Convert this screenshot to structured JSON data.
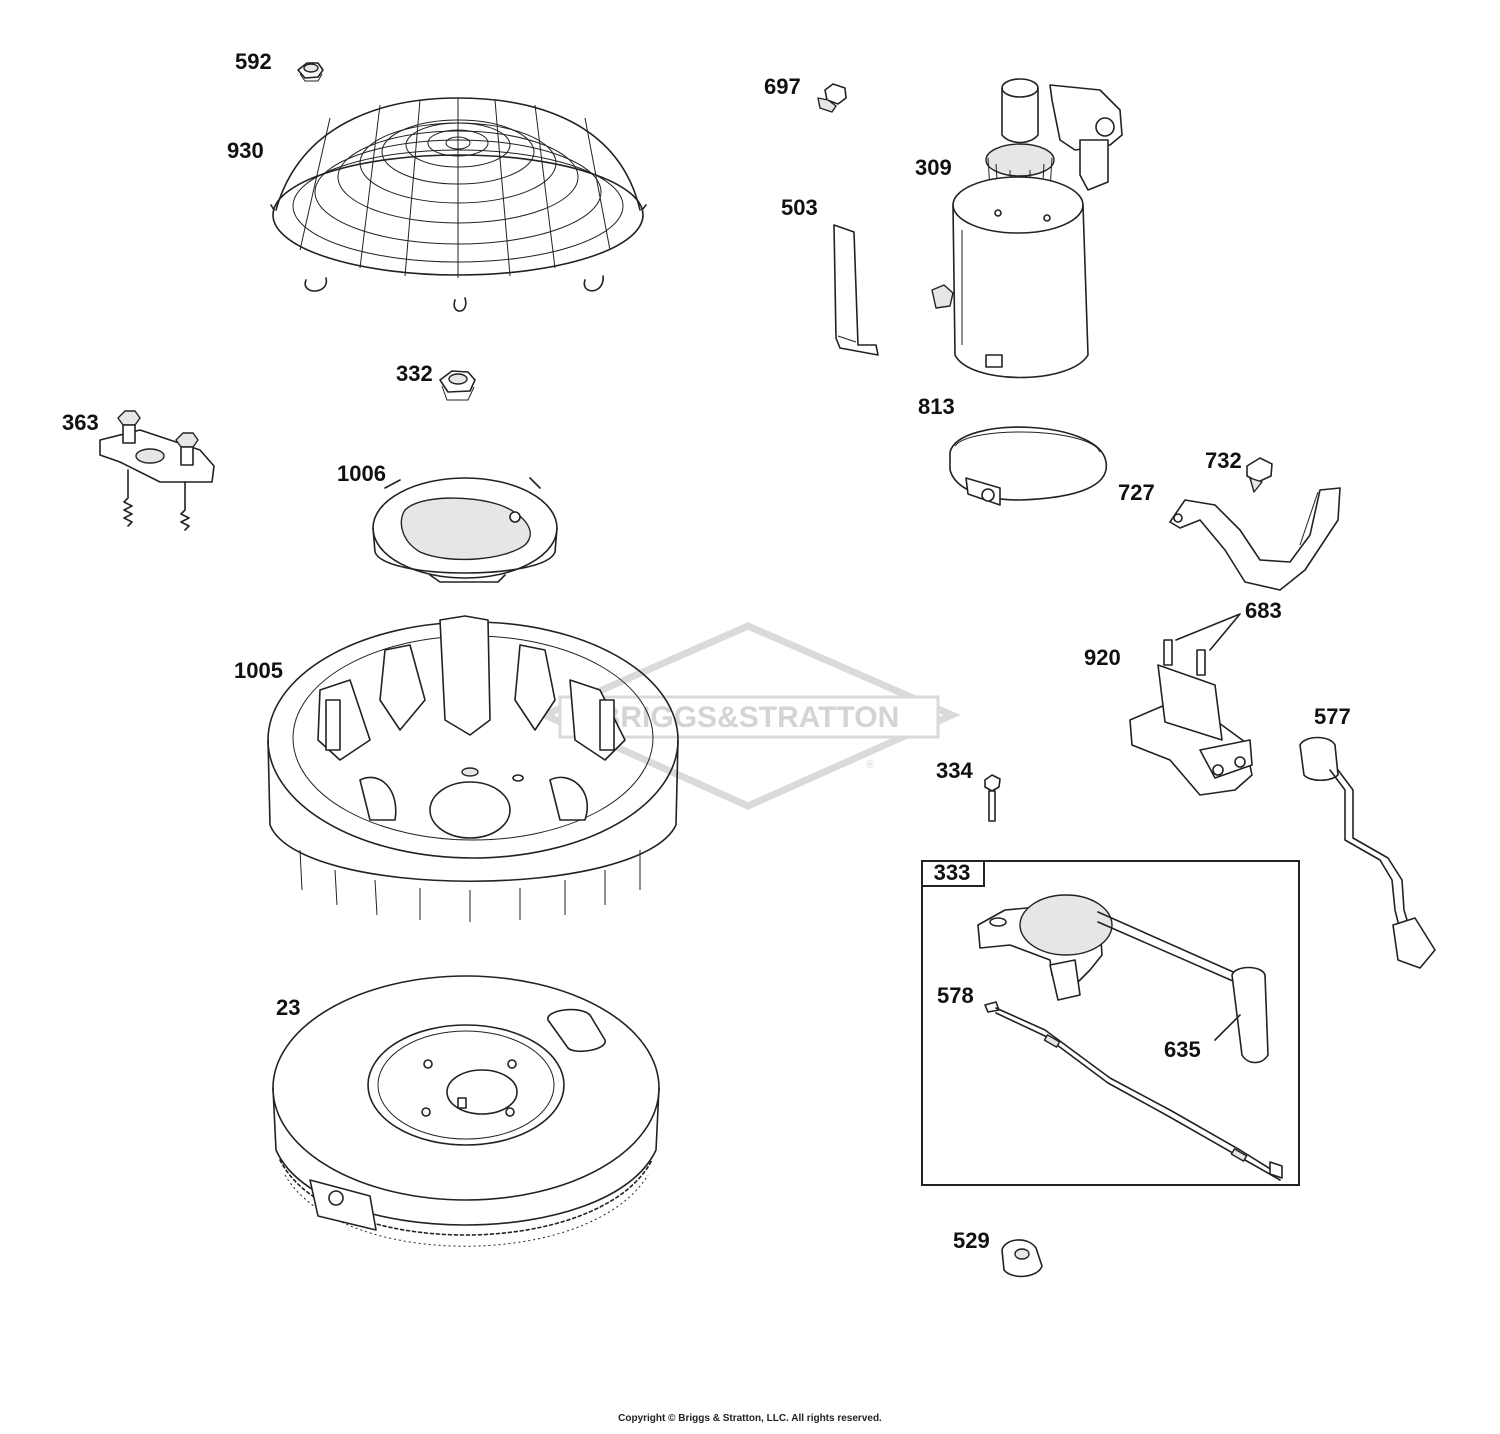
{
  "watermark": {
    "text": "BRIGGS&STRATTON",
    "registered_mark": "®",
    "color": "#d9d9d9"
  },
  "kit": {
    "label": "333"
  },
  "callouts": {
    "c592": "592",
    "c930": "930",
    "c332": "332",
    "c363": "363",
    "c1006": "1006",
    "c1005": "1005",
    "c23": "23",
    "c697": "697",
    "c309": "309",
    "c503": "503",
    "c813": "813",
    "c732": "732",
    "c727": "727",
    "c683": "683",
    "c920": "920",
    "c577": "577",
    "c334": "334",
    "c578": "578",
    "c635": "635",
    "c529": "529"
  },
  "footer": {
    "copyright": "Copyright © Briggs & Stratton, LLC. All rights reserved."
  }
}
